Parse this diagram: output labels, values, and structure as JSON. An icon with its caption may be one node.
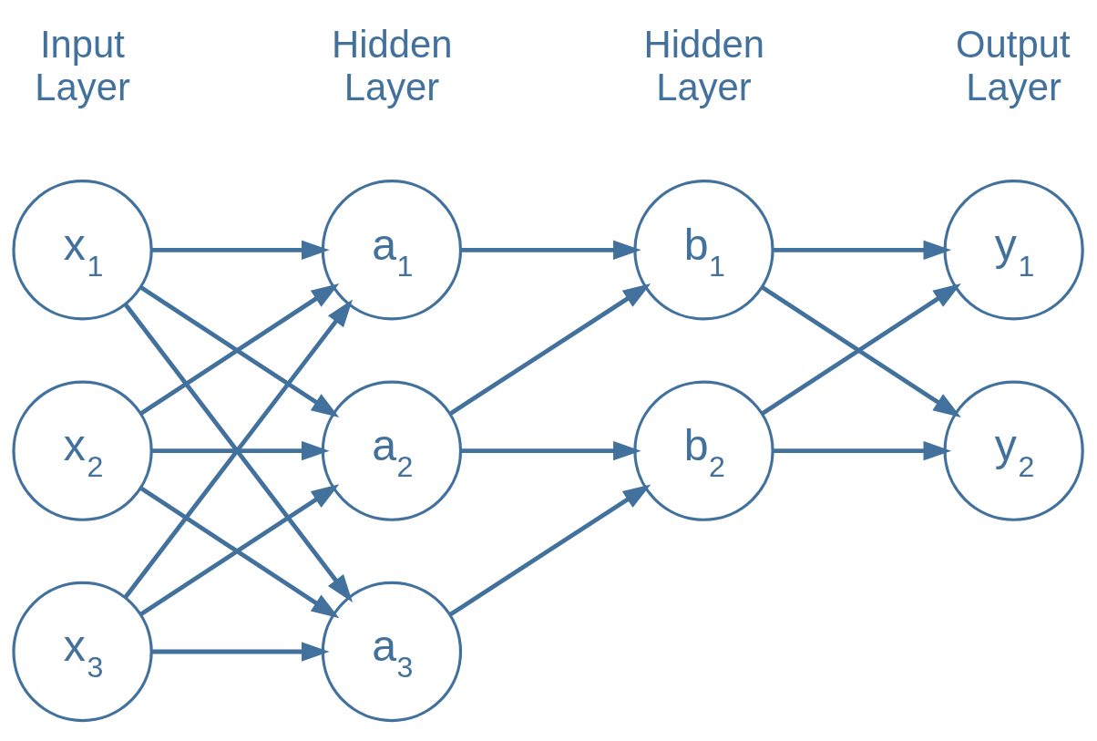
{
  "diagram": {
    "nodes": [
      {
        "text": [
          "x$_{1}$"
        ]
      },
      {
        "text": [
          "x$_{2}$"
        ]
      },
      {
        "text": [
          "x$_{3}$"
        ]
      },
      {
        "text": [
          "a$_{1}$"
        ]
      },
      {
        "text": [
          "a$_{2}$"
        ]
      },
      {
        "text": [
          "a$_{3}$"
        ]
      },
      {
        "text": [
          "b$_{1}$"
        ]
      },
      {
        "text": [
          "b$_{2}$"
        ]
      },
      {
        "text": [
          "y$_{1}$"
        ]
      },
      {
        "text": [
          "y$_{2}$"
        ]
      }
    ],
    "edges": [
      {
        "from": 0,
        "to": 3,
        "arrow": "to"
      },
      {
        "from": 0,
        "to": 4,
        "arrow": "to"
      },
      {
        "from": 0,
        "to": 5,
        "arrow": "to"
      },
      {
        "from": 1,
        "to": 3,
        "arrow": "to"
      },
      {
        "from": 1,
        "to": 4,
        "arrow": "to"
      },
      {
        "from": 1,
        "to": 5,
        "arrow": "to"
      },
      {
        "from": 2,
        "to": 3,
        "arrow": "to"
      },
      {
        "from": 2,
        "to": 4,
        "arrow": "to"
      },
      {
        "from": 2,
        "to": 5,
        "arrow": "to"
      },
      {
        "from": 3,
        "to": 6,
        "arrow": "to"
      },
      {
        "from": 4,
        "to": 6,
        "arrow": "to"
      },
      {
        "from": 4,
        "to": 7,
        "arrow": "to"
      },
      {
        "from": 5,
        "to": 7,
        "arrow": "to"
      },
      {
        "from": 6,
        "to": 8,
        "arrow": "to"
      },
      {
        "from": 6,
        "to": 9,
        "arrow": "to"
      },
      {
        "from": 7,
        "to": 8,
        "arrow": "to"
      },
      {
        "from": 7,
        "to": 9,
        "arrow": "to"
      }
    ],
    "labels": [
      "Input Layer",
      "Hidden Layer",
      "Hidden Layer",
      "Output Layer"
    ]
  }
}
